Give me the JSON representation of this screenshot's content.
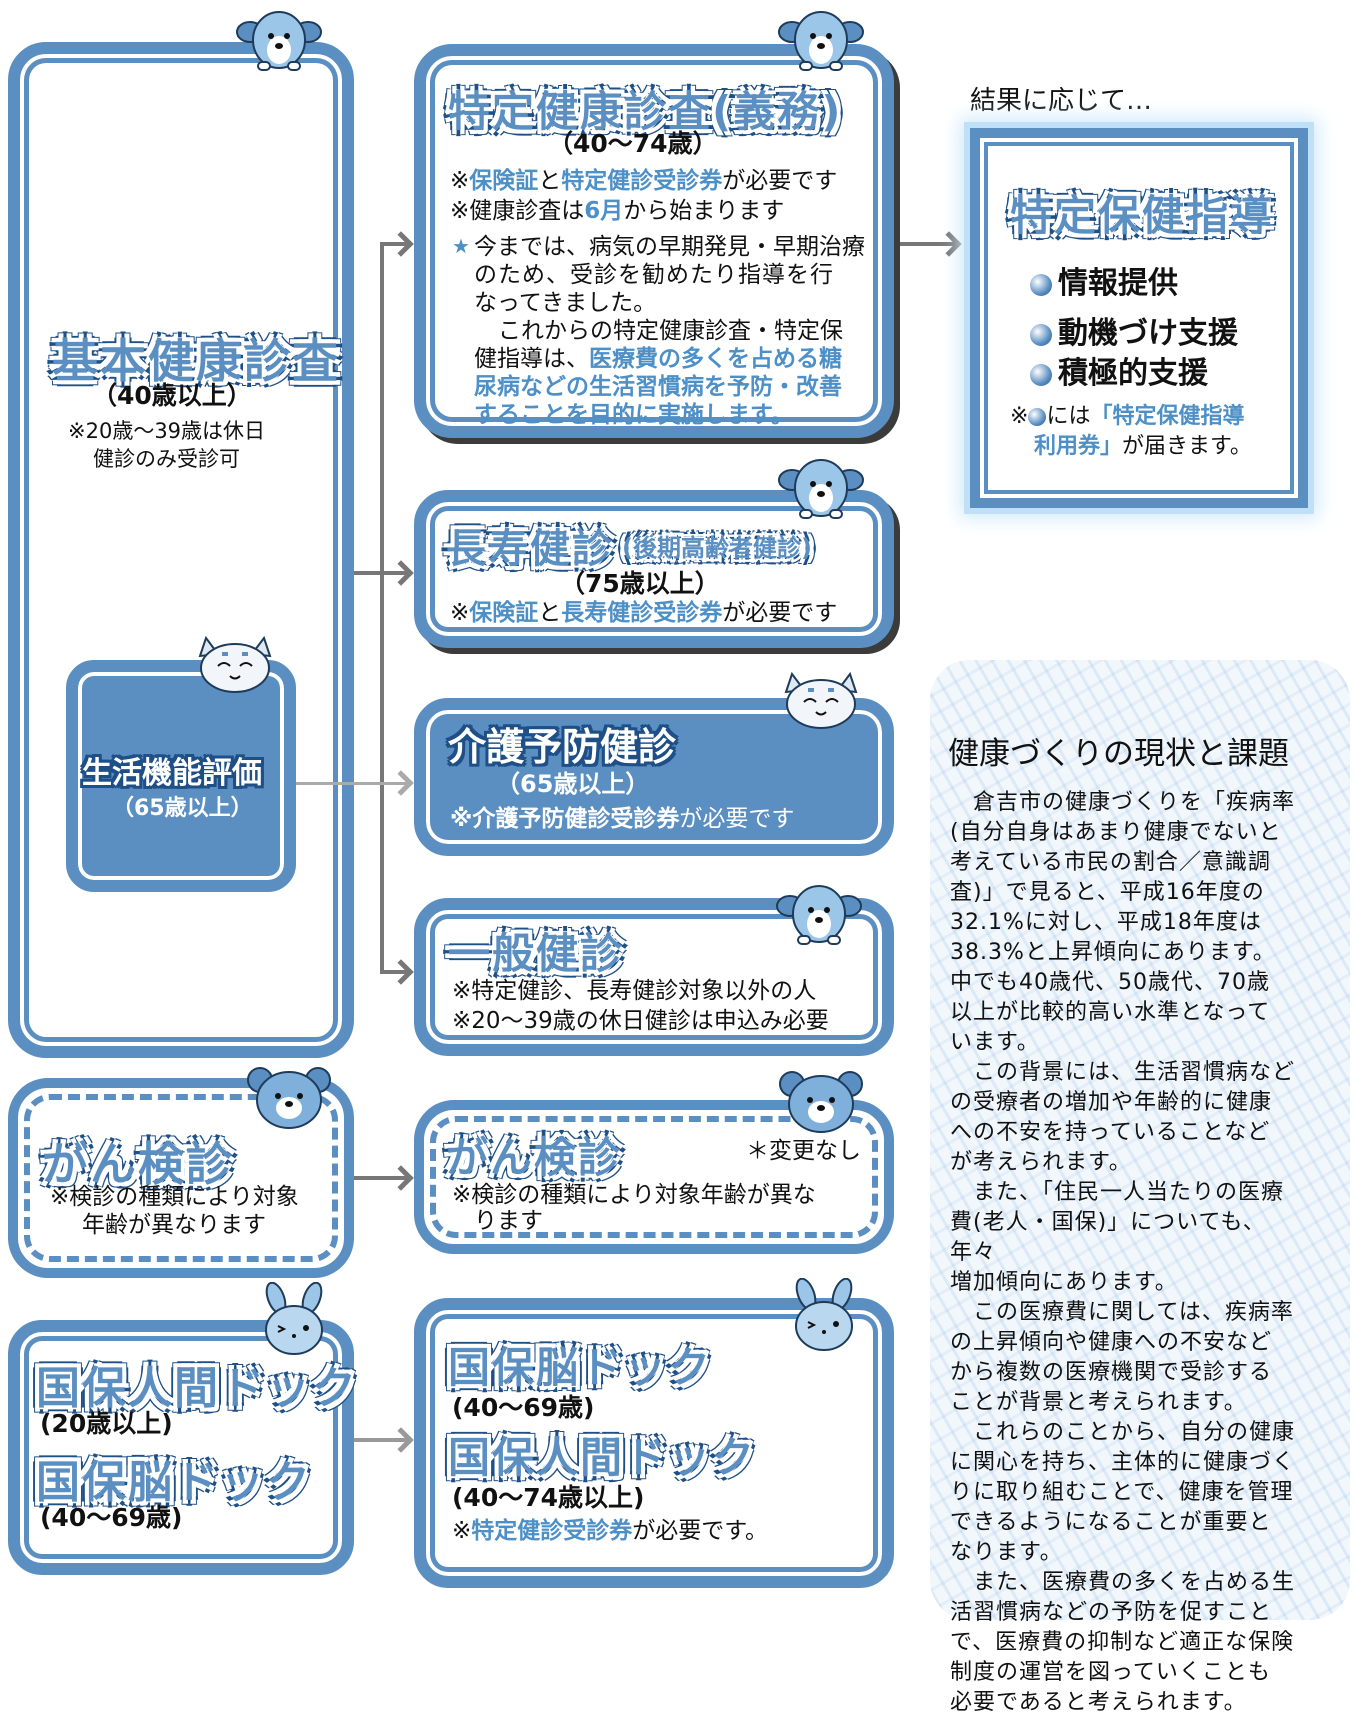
{
  "colors": {
    "accent": "#5b8fc2",
    "highlight": "#4d8fc7",
    "arrow": "#777777"
  },
  "left": {
    "kihon": {
      "title": "基本健康診査",
      "age": "（40歳以上）",
      "note1": "※20歳～39歳は休日",
      "note2": "健診のみ受診可"
    },
    "seikatsu": {
      "title": "生活機能評価",
      "age": "（65歳以上）"
    },
    "gan": {
      "title": "がん検診",
      "note1": "※検診の種類により対象",
      "note2": "年齢が異なります"
    },
    "ningen": {
      "title1": "国保人間ドック",
      "age1": "(20歳以上)",
      "title2": "国保脳ドック",
      "age2": "(40～69歳)"
    }
  },
  "middle": {
    "tokutei": {
      "title": "特定健康診査(義務)",
      "age": "（40～74歳）",
      "n1_pre": "※",
      "n1_a": "保険証",
      "n1_mid": "と",
      "n1_b": "特定健診受診券",
      "n1_post": "が必要です",
      "n2_pre": "※健康診査は",
      "n2_hl": "6月",
      "n2_post": "から始まります",
      "star": "★",
      "p1": "今までは、病気の早期発見・早期治療",
      "p2": "のため、受診を勧めたり指導を行",
      "p3": "なってきました。",
      "p4": "これからの特定健康診査・特定保",
      "p5_pre": "健指導は、",
      "p5_hl": "医療費の多くを占める糖",
      "p6": "尿病などの生活習慣病を予防・改善",
      "p7": "することを目的に実施します。"
    },
    "chouju": {
      "title": "長寿健診",
      "sub": "(後期高齢者健診)",
      "age": "（75歳以上）",
      "n_pre": "※",
      "n_a": "保険証",
      "n_mid": "と",
      "n_b": "長寿健診受診券",
      "n_post": "が必要です"
    },
    "kaigo": {
      "title": "介護予防健診",
      "age": "（65歳以上）",
      "n_pre": "※",
      "n_hl": "介護予防健診受診券",
      "n_post": "が必要です"
    },
    "ippan": {
      "title": "一般健診",
      "n1": "※特定健診、長寿健診対象以外の人",
      "n2": "※20～39歳の休日健診は申込み必要"
    },
    "gan": {
      "title": "がん検診",
      "change": "＊変更なし",
      "n1": "※検診の種類により対象年齢が異な",
      "n2": "ります"
    },
    "dock": {
      "title1": "国保脳ドック",
      "age1": "(40～69歳)",
      "title2": "国保人間ドック",
      "age2": "(40～74歳以上)",
      "n_pre": "※",
      "n_hl": "特定健診受診券",
      "n_post": "が必要です。"
    }
  },
  "right": {
    "result_label": "結果に応じて…",
    "shidou": {
      "title": "特定保健指導",
      "items": [
        "情報提供",
        "動機づけ支援",
        "積極的支援"
      ],
      "n_pre": "※",
      "n_mid": "には",
      "n_hl1": "「特定保健指導",
      "n_hl2": "利用券」",
      "n_post": "が届きます。"
    },
    "kadai": {
      "heading": "健康づくりの現状と課題",
      "lines": [
        "　倉吉市の健康づくりを「疾病率",
        "(自分自身はあまり健康でないと",
        "考えている市民の割合／意識調",
        "査)」で見ると、平成16年度の",
        "32.1%に対し、平成18年度は",
        "38.3%と上昇傾向にあります。",
        "中でも40歳代、50歳代、70歳",
        "以上が比較的高い水準となって",
        "います。",
        "　この背景には、生活習慣病など",
        "の受療者の増加や年齢的に健康",
        "への不安を持っていることなど",
        "が考えられます。",
        "　また、「住民一人当たりの医療",
        "費(老人・国保)」についても、年々",
        "増加傾向にあります。",
        "　この医療費に関しては、疾病率",
        "の上昇傾向や健康への不安など",
        "から複数の医療機関で受診する",
        "ことが背景と考えられます。",
        "　これらのことから、自分の健康",
        "に関心を持ち、主体的に健康づく",
        "りに取り組むことで、健康を管理",
        "できるようになることが重要と",
        "なります。",
        "　また、医療費の多くを占める生",
        "活習慣病などの予防を促すこと",
        "で、医療費の抑制など適正な保険",
        "制度の運営を図っていくことも",
        "必要であると考えられます。"
      ]
    }
  }
}
